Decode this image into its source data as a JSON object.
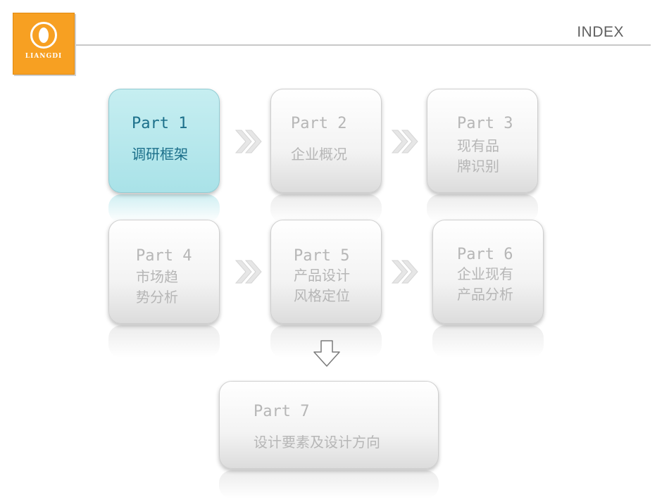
{
  "header": {
    "logo_text": "LIANGDI",
    "index_label": "INDEX"
  },
  "cards": [
    {
      "part": "Part 1",
      "title": "调研框架"
    },
    {
      "part": "Part 2",
      "title": "企业概况"
    },
    {
      "part": "Part 3",
      "title_lines": [
        "现有品",
        "牌识别"
      ]
    },
    {
      "part": "Part 4",
      "title_lines": [
        "市场趋",
        "势分析"
      ]
    },
    {
      "part": "Part 5",
      "title_lines": [
        "产品设计",
        "风格定位"
      ]
    },
    {
      "part": "Part 6",
      "title_lines": [
        "企业现有",
        "产品分析"
      ]
    },
    {
      "part": "Part 7",
      "title": "设计要素及设计方向"
    }
  ],
  "colors": {
    "active": "#a9e2e8",
    "active_text": "#1b6f8a",
    "inactive_text": "#b6b6b6",
    "logo": "#f7a022"
  }
}
